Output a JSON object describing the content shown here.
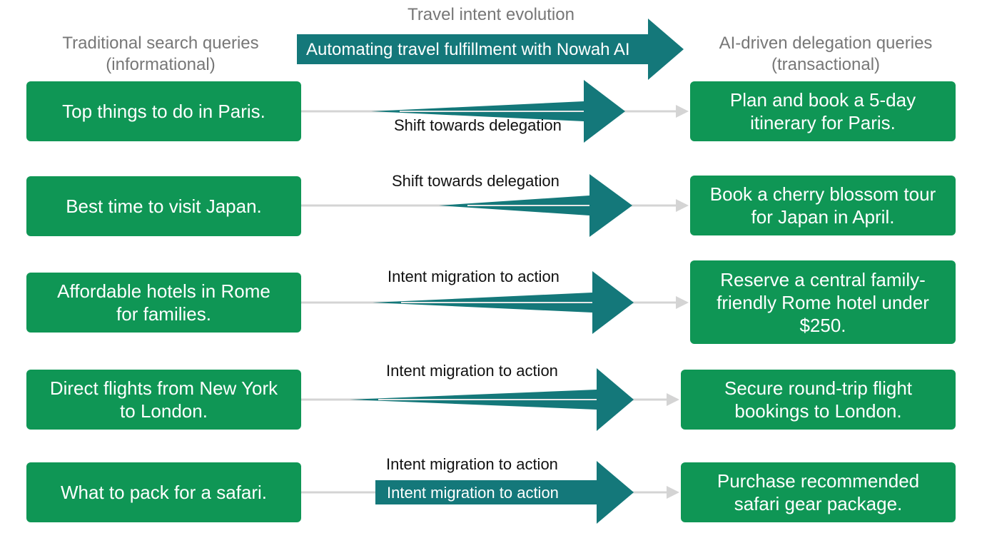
{
  "diagram": {
    "title": "Travel intent evolution",
    "banner": "Automating travel fulfillment with Nowah AI",
    "left_heading": [
      "Traditional search queries",
      "(informational)"
    ],
    "right_heading": [
      "AI-driven delegation queries",
      "(transactional)"
    ],
    "rows": [
      {
        "left": [
          "Top things to do in Paris."
        ],
        "right": [
          "Plan and book a 5-day",
          "itinerary for Paris."
        ],
        "label": "Shift towards delegation"
      },
      {
        "left": [
          "Best time to visit Japan."
        ],
        "right": [
          "Book a cherry blossom tour",
          "for Japan in April."
        ],
        "label": "Shift towards delegation"
      },
      {
        "left": [
          "Affordable hotels in Rome",
          "for families."
        ],
        "right": [
          "Reserve a central family-",
          "friendly Rome hotel under",
          "$250."
        ],
        "label": "Intent migration to action"
      },
      {
        "left": [
          "Direct flights from New York",
          "to London."
        ],
        "right": [
          "Secure round-trip flight",
          "bookings to London."
        ],
        "label": "Intent migration to action"
      },
      {
        "left": [
          "What to pack for a safari."
        ],
        "right": [
          "Purchase recommended",
          "safari gear package."
        ],
        "label": "Intent migration to action",
        "arrow_text": "Intent migration to action"
      }
    ],
    "colors": {
      "box": "#0f9655",
      "arrow": "#14787a",
      "connector": "#d4d4d4",
      "heading": "#777777",
      "label": "#111111"
    }
  }
}
